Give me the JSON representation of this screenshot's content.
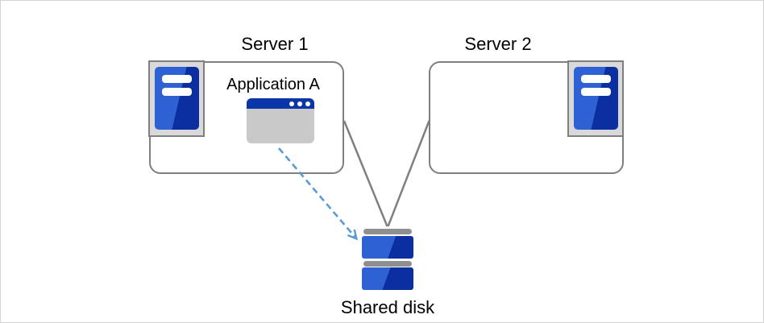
{
  "diagram": {
    "server1": {
      "label": "Server 1",
      "application": {
        "label": "Application A"
      }
    },
    "server2": {
      "label": "Server 2"
    },
    "shared_disk": {
      "label": "Shared disk"
    },
    "connections": [
      {
        "from": "server1",
        "to": "shared-disk",
        "style": "solid-gray-line"
      },
      {
        "from": "server2",
        "to": "shared-disk",
        "style": "solid-gray-line"
      },
      {
        "from": "application-a",
        "to": "shared-disk",
        "style": "dashed-blue-arrow"
      }
    ],
    "colors": {
      "box_border": "#7f7f7f",
      "icon_panel_fill": "#d9d9d9",
      "icon_blue_light": "#2e61d4",
      "icon_blue_dark": "#0b2fa0",
      "window_titlebar_blue": "#0a36a8",
      "window_body_gray": "#c9c9c9",
      "disk_bar_gray": "#8f8f8f",
      "connector_gray": "#7f7f7f",
      "dashed_arrow_blue": "#5b9bd5"
    }
  }
}
